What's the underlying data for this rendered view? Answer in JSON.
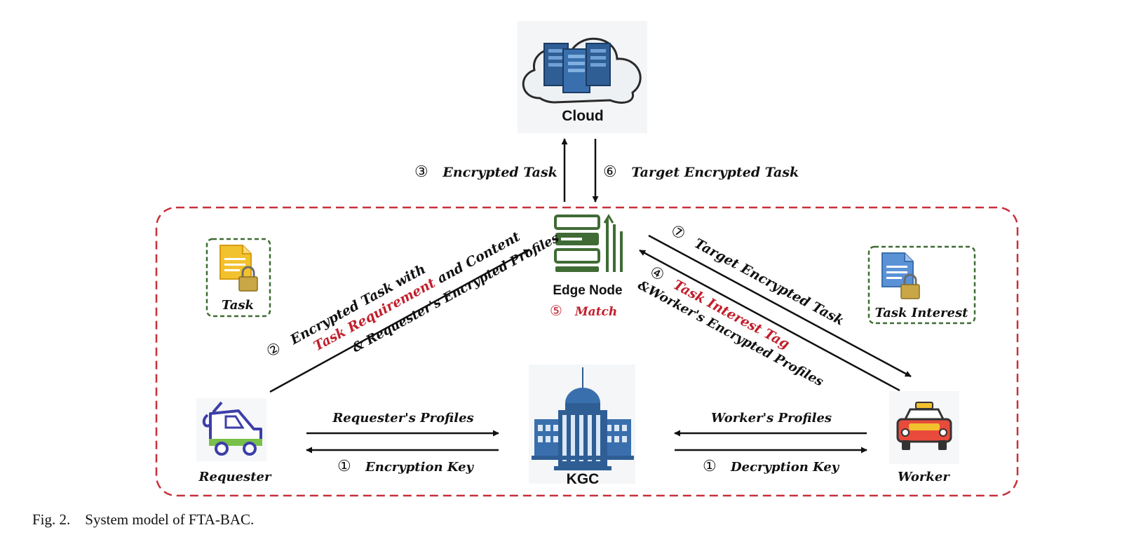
{
  "nodes": {
    "cloud": "Cloud",
    "edge_node": "Edge Node",
    "kgc": "KGC",
    "requester": "Requester",
    "worker": "Worker"
  },
  "boxes": {
    "task": "Task",
    "task_interest": "Task Interest"
  },
  "steps": {
    "s1_left_num": "①",
    "s1_left_text": "Encryption Key",
    "s1_right_num": "①",
    "s1_right_text": "Decryption Key",
    "s2_num": "②",
    "s2_line1": "Encrypted Task with",
    "s2_line2a": "Task Requirement",
    "s2_line2b": " and Content",
    "s2_line3": "& Requester's Encrypted Profiles",
    "s3_num": "③",
    "s3_text": "Encrypted Task",
    "s4_num": "④",
    "s4_line1": "Task Interest Tag",
    "s4_line2": "&Worker's Encrypted Profiles",
    "s5_num": "⑤",
    "s5_text": "Match",
    "s6_num": "⑥",
    "s6_text": "Target Encrypted Task",
    "s7_num": "⑦",
    "s7_text": "Target Encrypted Task",
    "requester_profiles": "Requester's Profiles",
    "worker_profiles": "Worker's Profiles"
  },
  "caption": {
    "label": "Fig. 2.",
    "text": "System model of FTA-BAC."
  },
  "colors": {
    "boundary": "#c8303a",
    "highlight": "#c01f2b",
    "box_border": "#3f6b34",
    "server_blue": "#3f78b8",
    "edge_green": "#3f6b34"
  },
  "icons": {
    "cloud": "cloud-servers-icon",
    "edge": "edge-server-icon",
    "kgc": "government-building-icon",
    "requester": "tow-truck-icon",
    "worker": "taxi-icon",
    "task": "locked-document-icon",
    "task_interest": "locked-document-icon"
  }
}
